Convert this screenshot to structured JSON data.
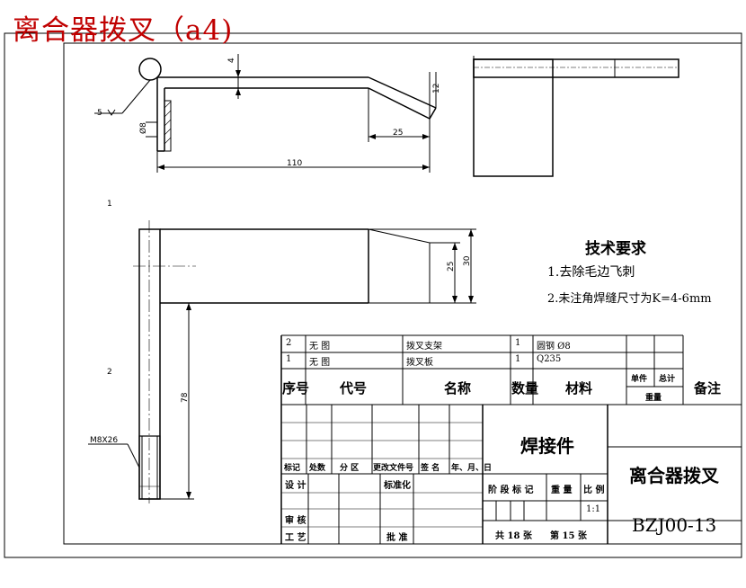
{
  "title": "离合器拨叉（a4)",
  "dimensions": {
    "d4": "4",
    "d5": "5",
    "d8": "Ø8",
    "d12": "12",
    "d25a": "25",
    "d110": "110",
    "d25b": "25",
    "d30": "30",
    "d78": "78",
    "thread": "M8X26"
  },
  "balloons": {
    "one": "1",
    "two": "2"
  },
  "tech": {
    "heading": "技术要求",
    "items": [
      "1.去除毛边飞刺",
      "2.未注角焊缝尺寸为K=4-6mm"
    ]
  },
  "bom": {
    "rows": [
      {
        "no": "2",
        "code": "无 图",
        "name": "拨叉支架",
        "qty": "1",
        "material": "圆钢 Ø8"
      },
      {
        "no": "1",
        "code": "无 图",
        "name": "拨叉板",
        "qty": "1",
        "material": "Q235"
      }
    ],
    "header": {
      "no": "序号",
      "code": "代号",
      "name": "名称",
      "qty": "数量",
      "material": "材料",
      "unit": "单件",
      "total": "总计",
      "weight": "重量",
      "remark": "备注"
    }
  },
  "titleblock": {
    "weldment": "焊接件",
    "part_name": "离合器拨叉",
    "drawing_no": "BZJ00-13",
    "rev_headers": [
      "标记",
      "处数",
      "分 区",
      "更改文件号",
      "签 名",
      "年、月、日"
    ],
    "design": "设 计",
    "standardize": "标准化",
    "review": "审 核",
    "process": "工 艺",
    "approve": "批 准",
    "stage_mark": "阶 段 标 记",
    "weight": "重 量",
    "scale_label": "比 例",
    "scale": "1:1",
    "total_sheets": "共  18 张",
    "sheet_no": "第 15 张"
  }
}
